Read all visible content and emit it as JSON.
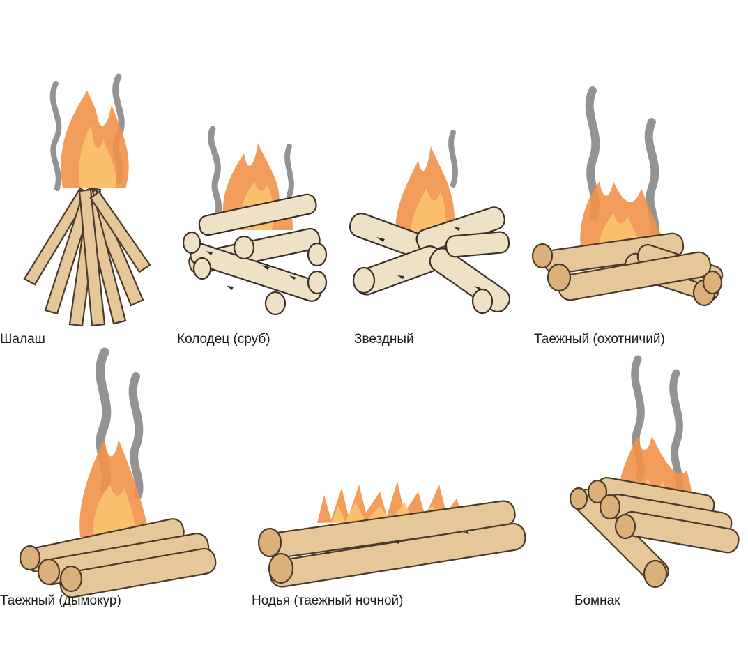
{
  "fires": [
    {
      "id": "shalash",
      "label": "Шалаш"
    },
    {
      "id": "kolodets",
      "label": "Колодец (сруб)"
    },
    {
      "id": "zvezdny",
      "label": "Звездный"
    },
    {
      "id": "taezhny-okhot",
      "label": "Таежный (охотничий)"
    },
    {
      "id": "taezhny-dymokur",
      "label": "Таежный (дымокур)"
    },
    {
      "id": "nodya",
      "label": "Нодья (таежный ночной)"
    },
    {
      "id": "bomnak",
      "label": "Бомнак"
    }
  ]
}
